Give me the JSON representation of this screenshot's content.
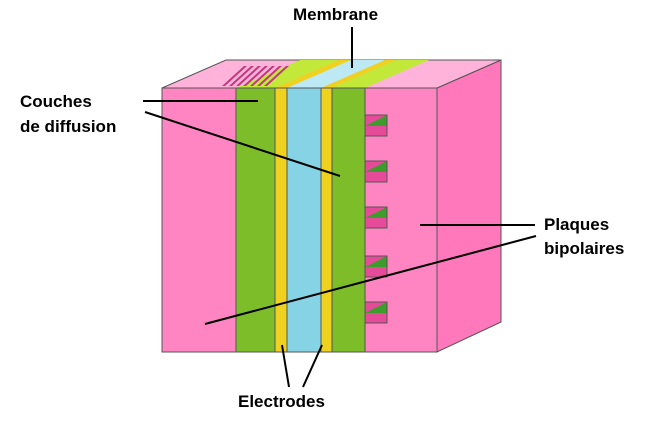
{
  "labels": {
    "membrane": "Membrane",
    "couches_line1": "Couches",
    "couches_line2": "de diffusion",
    "plaques_line1": "Plaques",
    "plaques_line2": "bipolaires",
    "electrodes": "Electrodes"
  },
  "colors": {
    "plate": "#ff85c2",
    "plate_side": "#ff78bc",
    "plate_top": "#ffb3da",
    "diffusion": "#7ebd2a",
    "diffusion_top": "#c2e83a",
    "membrane": "#86d3e6",
    "membrane_top": "#bce9f4",
    "electrode": "#eed21f",
    "channel_green": "#3c9c2c",
    "channel_pink": "#e64b9a",
    "outline": "#555555",
    "leader_line": "#000000"
  }
}
